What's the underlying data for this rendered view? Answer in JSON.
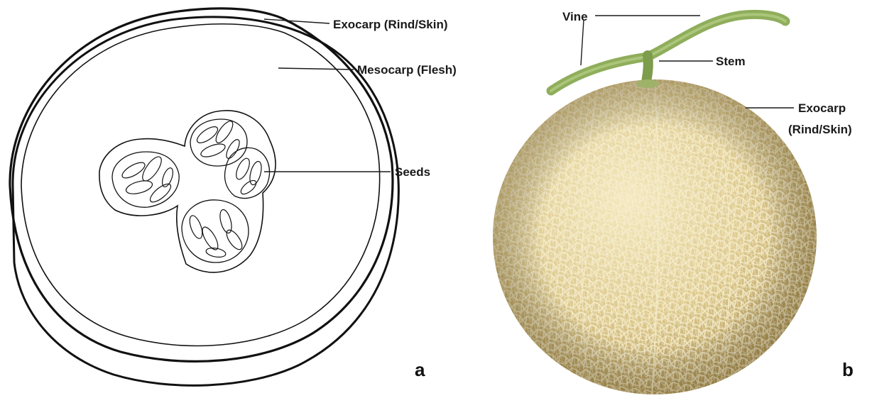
{
  "panel_a": {
    "letter": "a",
    "labels": {
      "exocarp": "Exocarp (Rind/Skin)",
      "mesocarp": "Mesocarp (Flesh)",
      "seeds": "Seeds"
    }
  },
  "panel_b": {
    "letter": "b",
    "labels": {
      "vine": "Vine",
      "stem": "Stem",
      "exocarp_line1": "Exocarp",
      "exocarp_line2": "(Rind/Skin)"
    }
  },
  "colors": {
    "melon_light": "#efe2ae",
    "melon_mid": "#d9c487",
    "melon_dark": "#b59d58",
    "net": "#f4e9c4",
    "vine": "#8fae5c",
    "line": "#1a1a1a"
  }
}
